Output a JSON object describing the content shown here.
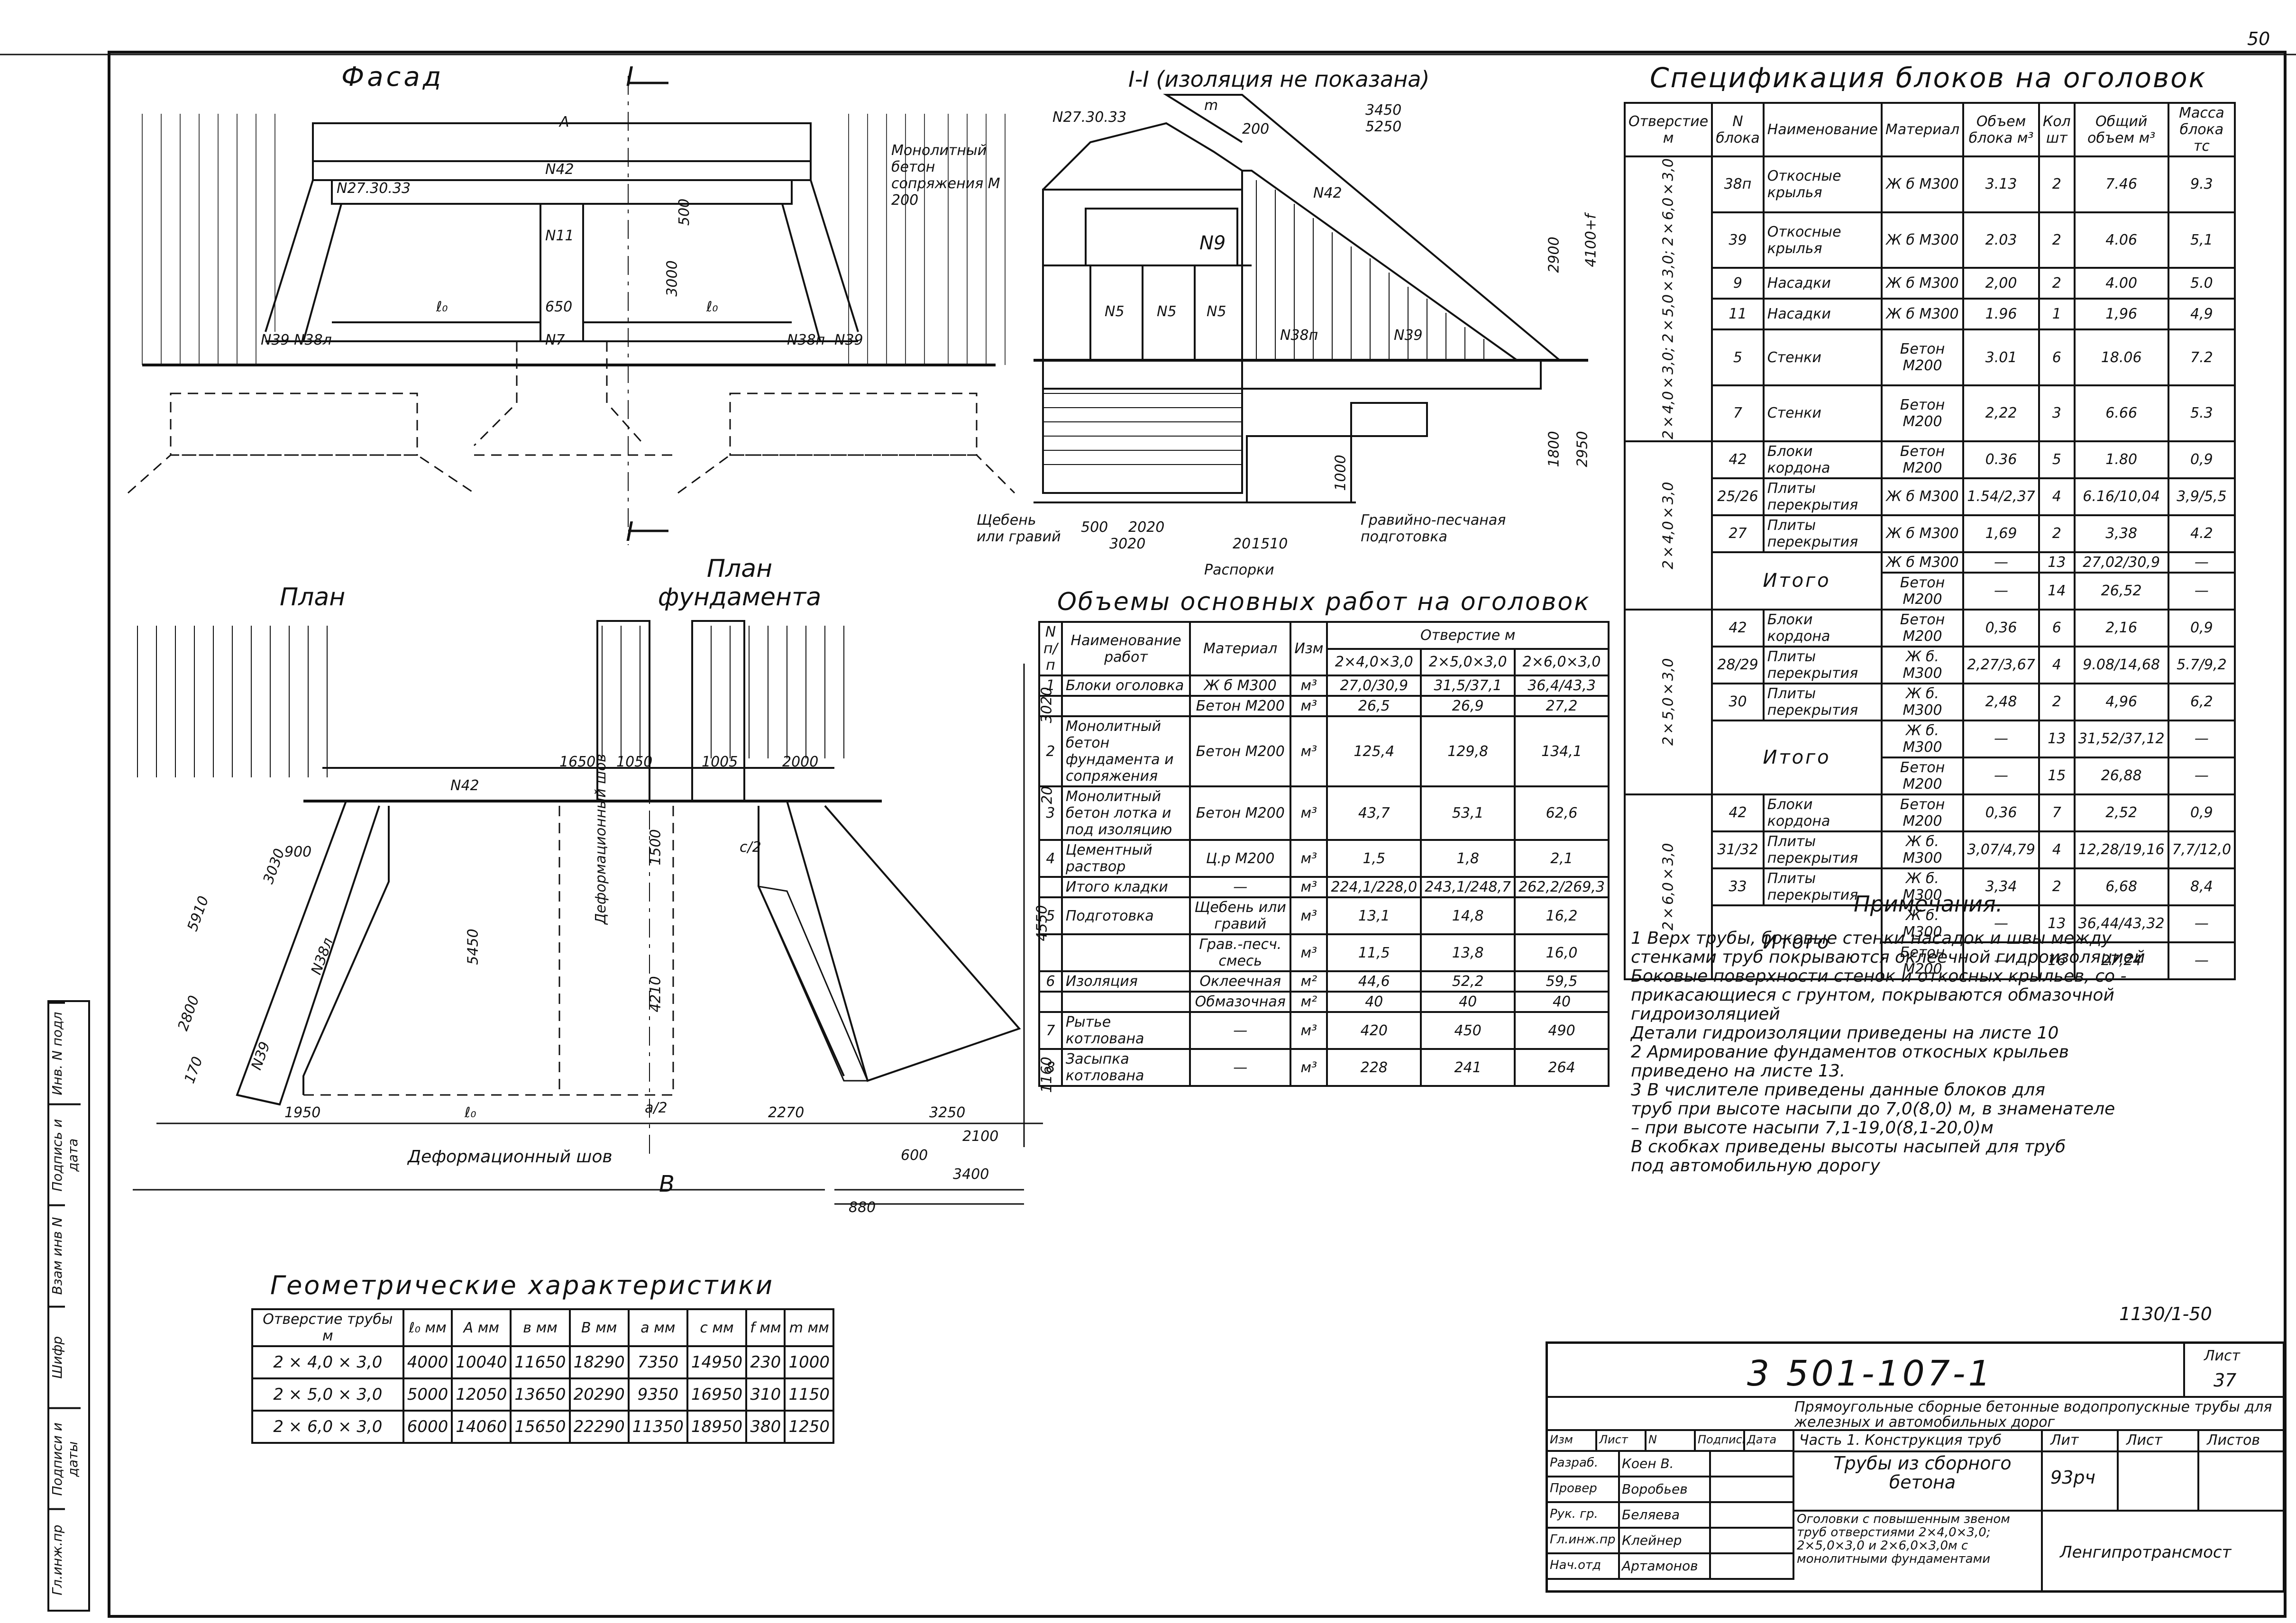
{
  "sheet": {
    "corner_mark": "50",
    "labels": {
      "facade": "Фасад",
      "section_mark": "I",
      "section_title": "I-I (изоляция не показана)",
      "plan": "План",
      "plan_foundation": "План фундамента",
      "concrete_note": "Монолитный бетон сопряжения М 200",
      "gravel_note": "Щебень или гравий",
      "sand_note": "Гравийно-песчаная подготовка",
      "struts": "Распорки",
      "def_joint": "Деформационный шов",
      "def_joint_v": "Деформационный шов",
      "b_label": "В",
      "a_label": "а/2",
      "c_label": "с/2"
    },
    "drawing_marks": {
      "A": "А",
      "N42": "N42",
      "N27": "N27.30.33",
      "N11": "N11",
      "N7": "N7",
      "N39": "N39",
      "N38": "N38л",
      "N38p": "N38п",
      "N9": "N9",
      "N5": "N5",
      "l0": "ℓ₀",
      "d650": "650",
      "d500": "500",
      "d3000": "3000",
      "d3450": "3450",
      "d5250": "5250",
      "d200": "200",
      "m": "m",
      "d2900": "2900",
      "d4100": "4100+f",
      "d1800": "1800",
      "d2950": "2950",
      "d1000": "1000",
      "d3020": "3020",
      "d20": "20",
      "d1500": "1500",
      "d4210": "4210",
      "d5450": "5450",
      "d4550": "4550",
      "d1160": "1160",
      "d1950": "1950",
      "d2270": "2270",
      "d3250": "3250",
      "d2100": "2100",
      "d3400": "3400",
      "d880": "880",
      "d600": "600",
      "d1650": "1650",
      "d1050": "1050",
      "d1005": "1005",
      "d2000": "2000",
      "d5910": "5910",
      "d2800": "2800",
      "d900": "900",
      "d170": "170",
      "d3030": "3030",
      "d2020": "2020",
      "d1510": "1510",
      "d20b": "20"
    }
  },
  "spec_table": {
    "title": "Спецификация блоков на оголовок",
    "headers": [
      "Отверстие м",
      "N блока",
      "Наименование",
      "Материал",
      "Объем блока м³",
      "Кол шт",
      "Общий объем м³",
      "Масса блока тс"
    ],
    "groups": [
      {
        "label": "2×4,0×3,0; 2×5,0×3,0; 2×6,0×3,0",
        "rows": [
          [
            "38п",
            "Откосные крылья",
            "Ж б  М300",
            "3.13",
            "2",
            "7.46",
            "9.3"
          ],
          [
            "39",
            "Откосные крылья",
            "Ж б  М300",
            "2.03",
            "2",
            "4.06",
            "5,1"
          ],
          [
            "9",
            "Насадки",
            "Ж б  М300",
            "2,00",
            "2",
            "4.00",
            "5.0"
          ],
          [
            "11",
            "Насадки",
            "Ж б  М300",
            "1.96",
            "1",
            "1,96",
            "4,9"
          ],
          [
            "5",
            "Стенки",
            "Бетон М200",
            "3.01",
            "6",
            "18.06",
            "7.2"
          ],
          [
            "7",
            "Стенки",
            "Бетон М200",
            "2,22",
            "3",
            "6.66",
            "5.3"
          ]
        ]
      },
      {
        "label": "2×4,0×3,0",
        "rows": [
          [
            "42",
            "Блоки кордона",
            "Бетон М200",
            "0.36",
            "5",
            "1.80",
            "0,9"
          ],
          [
            "25/26",
            "Плиты перекрытия",
            "Ж б  М300",
            "1.54/2,37",
            "4",
            "6.16/10,04",
            "3,9/5,5"
          ],
          [
            "27",
            "Плиты перекрытия",
            "Ж б  М300",
            "1,69",
            "2",
            "3,38",
            "4.2"
          ]
        ],
        "totals": [
          [
            "Итого",
            "Ж б  М300",
            "—",
            "13",
            "27,02/30,9",
            "—"
          ],
          [
            "",
            "Бетон М200",
            "—",
            "14",
            "26,52",
            "—"
          ]
        ]
      },
      {
        "label": "2×5,0×3,0",
        "rows": [
          [
            "42",
            "Блоки кордона",
            "Бетон М200",
            "0,36",
            "6",
            "2,16",
            "0,9"
          ],
          [
            "28/29",
            "Плиты перекрытия",
            "Ж б.  М300",
            "2,27/3,67",
            "4",
            "9.08/14,68",
            "5.7/9,2"
          ],
          [
            "30",
            "Плиты перекрытия",
            "Ж б.  М300",
            "2,48",
            "2",
            "4,96",
            "6,2"
          ]
        ],
        "totals": [
          [
            "Итого",
            "Ж б.  М300",
            "—",
            "13",
            "31,52/37,12",
            "—"
          ],
          [
            "",
            "Бетон М200",
            "—",
            "15",
            "26,88",
            "—"
          ]
        ]
      },
      {
        "label": "2×6,0×3,0",
        "rows": [
          [
            "42",
            "Блоки кордона",
            "Бетон М200",
            "0,36",
            "7",
            "2,52",
            "0,9"
          ],
          [
            "31/32",
            "Плиты перекрытия",
            "Ж б.  М300",
            "3,07/4,79",
            "4",
            "12,28/19,16",
            "7,7/12,0"
          ],
          [
            "33",
            "Плиты перекрытия",
            "Ж б.  М300",
            "3,34",
            "2",
            "6,68",
            "8,4"
          ]
        ],
        "totals": [
          [
            "Итого",
            "Ж б.  М300",
            "—",
            "13",
            "36,44/43,32",
            "—"
          ],
          [
            "",
            "Бетон М200",
            "—",
            "16",
            "27,24",
            "—"
          ]
        ]
      }
    ]
  },
  "works_table": {
    "title": "Объемы основных работ на оголовок",
    "headers": [
      "N п/п",
      "Наименование работ",
      "Материал",
      "Изм",
      "2×4,0×3,0",
      "2×5,0×3,0",
      "2×6,0×3,0"
    ],
    "header_group": "Отверстие м",
    "rows": [
      [
        "1",
        "Блоки оголовка",
        "Ж б  М300",
        "м³",
        "27,0/30,9",
        "31,5/37,1",
        "36,4/43,3"
      ],
      [
        "",
        "",
        "Бетон М200",
        "м³",
        "26,5",
        "26,9",
        "27,2"
      ],
      [
        "2",
        "Монолитный бетон фундамента и сопряжения",
        "Бетон М200",
        "м³",
        "125,4",
        "129,8",
        "134,1"
      ],
      [
        "3",
        "Монолитный бетон лотка и под изоляцию",
        "Бетон М200",
        "м³",
        "43,7",
        "53,1",
        "62,6"
      ],
      [
        "4",
        "Цементный раствор",
        "Ц.р  М200",
        "м³",
        "1,5",
        "1,8",
        "2,1"
      ],
      [
        "",
        "Итого кладки",
        "—",
        "м³",
        "224,1/228,0",
        "243,1/248,7",
        "262,2/269,3"
      ],
      [
        "5",
        "Подготовка",
        "Щебень или гравий",
        "м³",
        "13,1",
        "14,8",
        "16,2"
      ],
      [
        "",
        "",
        "Грав.-песч. смесь",
        "м³",
        "11,5",
        "13,8",
        "16,0"
      ],
      [
        "6",
        "Изоляция",
        "Оклеечная",
        "м²",
        "44,6",
        "52,2",
        "59,5"
      ],
      [
        "",
        "",
        "Обмазочная",
        "м²",
        "40",
        "40",
        "40"
      ],
      [
        "7",
        "Рытье котлована",
        "—",
        "м³",
        "420",
        "450",
        "490"
      ],
      [
        "8",
        "Засыпка котлована",
        "—",
        "м³",
        "228",
        "241",
        "264"
      ]
    ]
  },
  "geom_table": {
    "title": "Геометрические характеристики",
    "headers": [
      "Отверстие трубы м",
      "ℓ₀ мм",
      "А мм",
      "в мм",
      "В мм",
      "а мм",
      "с мм",
      "f мм",
      "m мм"
    ],
    "rows": [
      [
        "2 × 4,0 × 3,0",
        "4000",
        "10040",
        "11650",
        "18290",
        "7350",
        "14950",
        "230",
        "1000"
      ],
      [
        "2 × 5,0 × 3,0",
        "5000",
        "12050",
        "13650",
        "20290",
        "9350",
        "16950",
        "310",
        "1150"
      ],
      [
        "2 × 6,0 × 3,0",
        "6000",
        "14060",
        "15650",
        "22290",
        "11350",
        "18950",
        "380",
        "1250"
      ]
    ]
  },
  "notes": {
    "title": "Примечания.",
    "lines": [
      "1   Верх трубы, боковые стенки насадок и швы между",
      "стенками труб покрываются оклеечной гидроизоляцией",
      "Боковые поверхности стенок и откосных крыльев, со -",
      "прикасающиеся с грунтом, покрываются обмазочной",
      "гидроизоляцией",
      "Детали гидроизоляции приведены на листе 10",
      "2   Армирование фундаментов откосных крыльев",
      "приведено на листе 13.",
      "3   В числителе приведены данные блоков для",
      "труб при высоте насыпи до 7,0(8,0) м, в знаменателе",
      "– при высоте насыпи 7,1-19,0(8,1-20,0)м",
      "В скобках приведены высоты насыпей для труб",
      "под автомобильную дорогу"
    ]
  },
  "stamp": {
    "series": "1130/1-50",
    "doc_number": "3 501-107-1",
    "sheet_label": "Лист",
    "sheet_number": "37",
    "description": "Прямоугольные сборные бетонные водопропускные трубы для железных и автомобильных дорог",
    "part": "Часть 1. Конструкция труб",
    "lit": "Лит",
    "list": "Лист",
    "lists": "Листов",
    "title": "Трубы из сборного бетона",
    "stage": "93рч",
    "caption": "Оголовки с повышенным звеном труб отверстиями 2×4,0×3,0; 2×5,0×3,0 и 2×6,0×3,0м с монолитными фундаментами",
    "org": "Ленгипротрансмост",
    "header_cells": [
      "Изм",
      "Лист",
      "N докум",
      "Подпись",
      "Дата"
    ],
    "signers": [
      [
        "Разраб.",
        "Коен В."
      ],
      [
        "Провер",
        "Воробьев"
      ],
      [
        "Рук. гр.",
        "Беляева"
      ],
      [
        "Гл.инж.пр",
        "Клейнер"
      ],
      [
        "Нач.отд",
        "Артамонов"
      ]
    ]
  },
  "side_stamp": [
    "Инв. N подл",
    "Подпись и дата",
    "Взам инв N",
    "Шифр",
    "Подписи и даты",
    "Гл.инж.пр"
  ]
}
